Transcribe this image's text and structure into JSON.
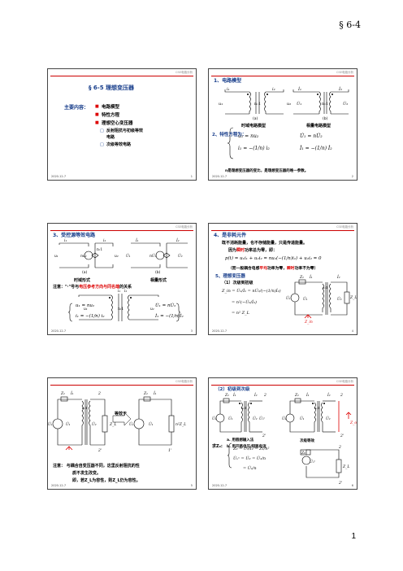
{
  "page": {
    "header": "§ 6-4",
    "number": "1"
  },
  "slide_common": {
    "course": "CSE电路分析",
    "date": "2020-12-7"
  },
  "slides": [
    {
      "num": "1",
      "title": "§ 6-5  理想变压器",
      "main_label": "主要内容：",
      "bullets": [
        "电路模型",
        "特性方程",
        "理想空心变压器"
      ],
      "red_word": "理想",
      "sub": [
        "反射阻抗与初级等效",
        "电路",
        "次级等效电路"
      ]
    },
    {
      "num": "2",
      "title": "1、电路模型",
      "caption_a": "(a)",
      "caption_b": "(b)",
      "label_time": "时域电路模型",
      "label_phasor": "相量电路模型",
      "eq_title": "2、特性方程为：",
      "note": "n是理想变压器的变比，是理想变压器的唯一参数。"
    },
    {
      "num": "3",
      "title": "3、受控源等效电路",
      "caption_a": "(a)",
      "caption_b": "(b)",
      "label_time": "时域形式",
      "label_phasor": "相量形式",
      "note_pre": "注意：\"·\"号与",
      "note_red": "电压参考方向与同名端",
      "note_post": "的关系"
    },
    {
      "num": "4",
      "title": "4、是非耗元件",
      "line1": "既不消耗能量，也不存储能量，只是传递能量。",
      "line2_pre": "因为",
      "line2_red": "瞬时",
      "line2_post": "功率总为零，即：",
      "eq": "p(t) = u₁i₁ + u₂i₂ = nu₂(−(1/n)i₂) + u₂i₂ = 0",
      "line3_pre": "（而一般耦合电感",
      "line3_red1": "平均",
      "line3_mid": "功率为零，",
      "line3_red2": "瞬时",
      "line3_post": "功率不为零）",
      "sec5": "5、理想变压器",
      "sub1": "（1）次级到初级"
    },
    {
      "num": "5",
      "equiv": "等效于",
      "note1": "注意：  与耦合自变压器不同，这里反射阻抗的性",
      "note2": "质不发生改变。",
      "note3": "即，若Z_L为容性，则Z_L仍为容性。"
    },
    {
      "num": "6",
      "title": "（2）初级到次级",
      "steps_label": "求Z₀:",
      "step_a": "a. 用假想输入法",
      "step_b": "b. 用开路电压/短路电流",
      "equiv_label": "次级等效"
    }
  ]
}
